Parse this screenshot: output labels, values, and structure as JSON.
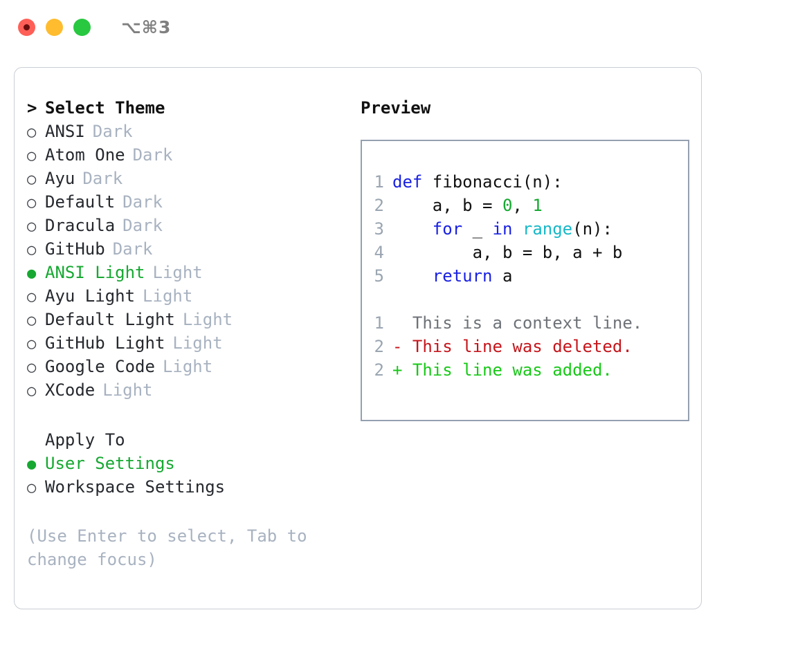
{
  "titlebar": {
    "shortcut": "⌥⌘3",
    "buttons": [
      {
        "name": "close",
        "color": "#FF5F57"
      },
      {
        "name": "minimize",
        "color": "#FEBC2E"
      },
      {
        "name": "maximize",
        "color": "#28C840"
      }
    ]
  },
  "theme_picker": {
    "caret": ">",
    "heading": "Select Theme",
    "bullet_selected": "●",
    "bullet_unselected": "○",
    "items": [
      {
        "label": "ANSI",
        "tag": "Dark",
        "selected": false
      },
      {
        "label": "Atom One",
        "tag": "Dark",
        "selected": false
      },
      {
        "label": "Ayu",
        "tag": "Dark",
        "selected": false
      },
      {
        "label": "Default",
        "tag": "Dark",
        "selected": false
      },
      {
        "label": "Dracula",
        "tag": "Dark",
        "selected": false
      },
      {
        "label": "GitHub",
        "tag": "Dark",
        "selected": false
      },
      {
        "label": "ANSI Light",
        "tag": "Light",
        "selected": true
      },
      {
        "label": "Ayu Light",
        "tag": "Light",
        "selected": false
      },
      {
        "label": "Default Light",
        "tag": "Light",
        "selected": false
      },
      {
        "label": "GitHub Light",
        "tag": "Light",
        "selected": false
      },
      {
        "label": "Google Code",
        "tag": "Light",
        "selected": false
      },
      {
        "label": "XCode",
        "tag": "Light",
        "selected": false
      }
    ]
  },
  "apply_to": {
    "heading": "Apply To",
    "options": [
      {
        "label": "User Settings",
        "selected": true
      },
      {
        "label": "Workspace Settings",
        "selected": false
      }
    ]
  },
  "hint": "(Use Enter to select, Tab to change focus)",
  "preview": {
    "title": "Preview",
    "code_lines": [
      {
        "no": "1",
        "tokens": [
          {
            "t": "def",
            "c": "kw"
          },
          {
            "t": " fibonacci(n):",
            "c": "ctext"
          }
        ]
      },
      {
        "no": "2",
        "tokens": [
          {
            "t": "    a, b = ",
            "c": "ctext"
          },
          {
            "t": "0",
            "c": "num"
          },
          {
            "t": ", ",
            "c": "ctext"
          },
          {
            "t": "1",
            "c": "num"
          }
        ]
      },
      {
        "no": "3",
        "tokens": [
          {
            "t": "    ",
            "c": "ctext"
          },
          {
            "t": "for",
            "c": "kw"
          },
          {
            "t": " _ ",
            "c": "ctext"
          },
          {
            "t": "in",
            "c": "kw"
          },
          {
            "t": " ",
            "c": "ctext"
          },
          {
            "t": "range",
            "c": "bi"
          },
          {
            "t": "(n):",
            "c": "ctext"
          }
        ]
      },
      {
        "no": "4",
        "tokens": [
          {
            "t": "        a, b = b, a + b",
            "c": "ctext"
          }
        ]
      },
      {
        "no": "5",
        "tokens": [
          {
            "t": "    ",
            "c": "ctext"
          },
          {
            "t": "return",
            "c": "kw"
          },
          {
            "t": " a",
            "c": "ctext"
          }
        ]
      }
    ],
    "diff_lines": [
      {
        "no": "1",
        "text": "  This is a context line.",
        "kind": "ctx"
      },
      {
        "no": "2",
        "text": "- This line was deleted.",
        "kind": "del"
      },
      {
        "no": "2",
        "text": "+ This line was added.",
        "kind": "add"
      }
    ]
  },
  "colors": {
    "accent_green": "#16A831",
    "keyword_blue": "#1a21e0",
    "builtin_cyan": "#17b8c8",
    "number_green": "#16A831",
    "diff_deleted": "#c4161c",
    "diff_added": "#18c818",
    "muted_tag": "#a8b2c0",
    "line_number": "#9aa5b1",
    "panel_border": "#c8cdd4",
    "preview_border": "#94a0b0"
  }
}
